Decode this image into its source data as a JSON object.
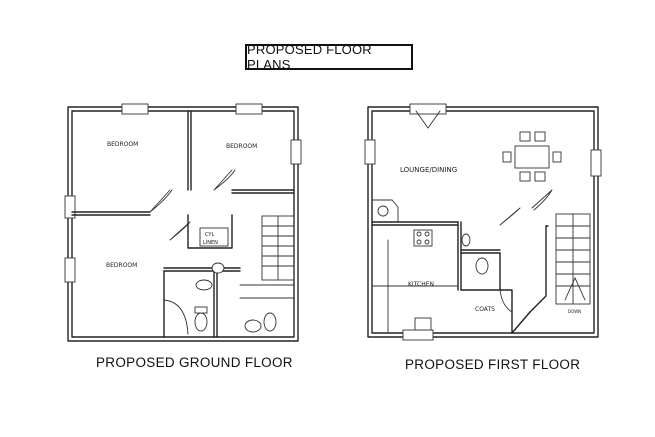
{
  "header": {
    "title": "PROPOSED FLOOR PLANS"
  },
  "ground_floor": {
    "caption": "PROPOSED GROUND FLOOR",
    "room_labels": [
      "BEDROOM",
      "BEDROOM",
      "BEDROOM",
      "CYL",
      "LINEN"
    ]
  },
  "first_floor": {
    "caption": "PROPOSED FIRST FLOOR",
    "room_labels": [
      "LOUNGE/DINING",
      "KITCHEN",
      "COATS",
      "DOWN"
    ]
  }
}
